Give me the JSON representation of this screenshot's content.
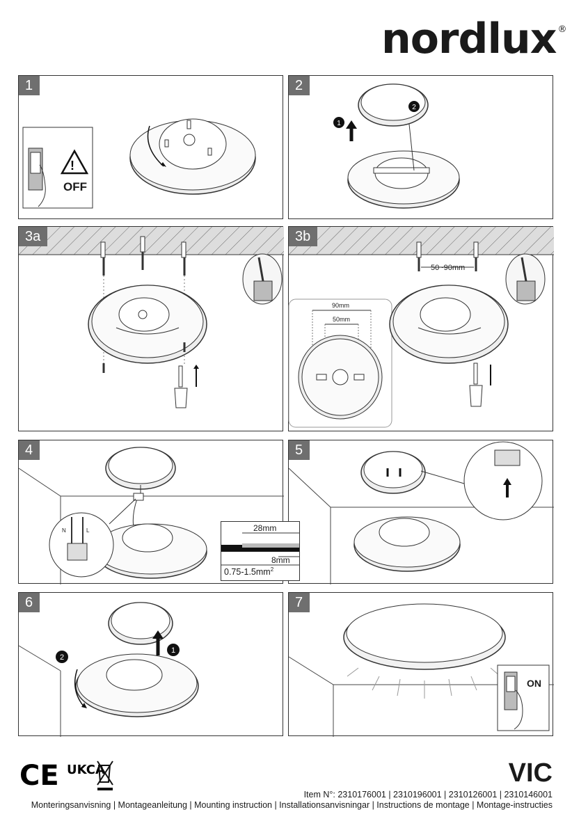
{
  "brand": {
    "name": "nordlux",
    "mark": "®"
  },
  "steps": [
    {
      "label": "1",
      "warning_text": "OFF"
    },
    {
      "label": "2",
      "callouts": [
        "1",
        "2"
      ]
    },
    {
      "label": "3a"
    },
    {
      "label": "3b",
      "hole_distance": "50~90mm",
      "inset_outer": "90mm",
      "inset_inner": "50mm"
    },
    {
      "label": "4",
      "strip_length": "28mm",
      "strip_core": "8mm",
      "wire_gauge": "0.75-1.5mm",
      "wire_gauge_sup": "2",
      "terminal_left": "N",
      "terminal_right": "L"
    },
    {
      "label": "5"
    },
    {
      "label": "6",
      "callouts": [
        "1",
        "2"
      ]
    },
    {
      "label": "7",
      "switch_text": "ON"
    }
  ],
  "footer": {
    "marks": [
      "CE",
      "UKCA",
      "WEEE"
    ],
    "model": "VIC",
    "item_numbers": "Item N°: 2310176001 | 2310196001 | 2310126001 | 2310146001",
    "manual_titles": "Monteringsanvisning | Montageanleitung | Mounting instruction | Installationsanvisningar | Instructions de montage | Montage-instructies"
  }
}
